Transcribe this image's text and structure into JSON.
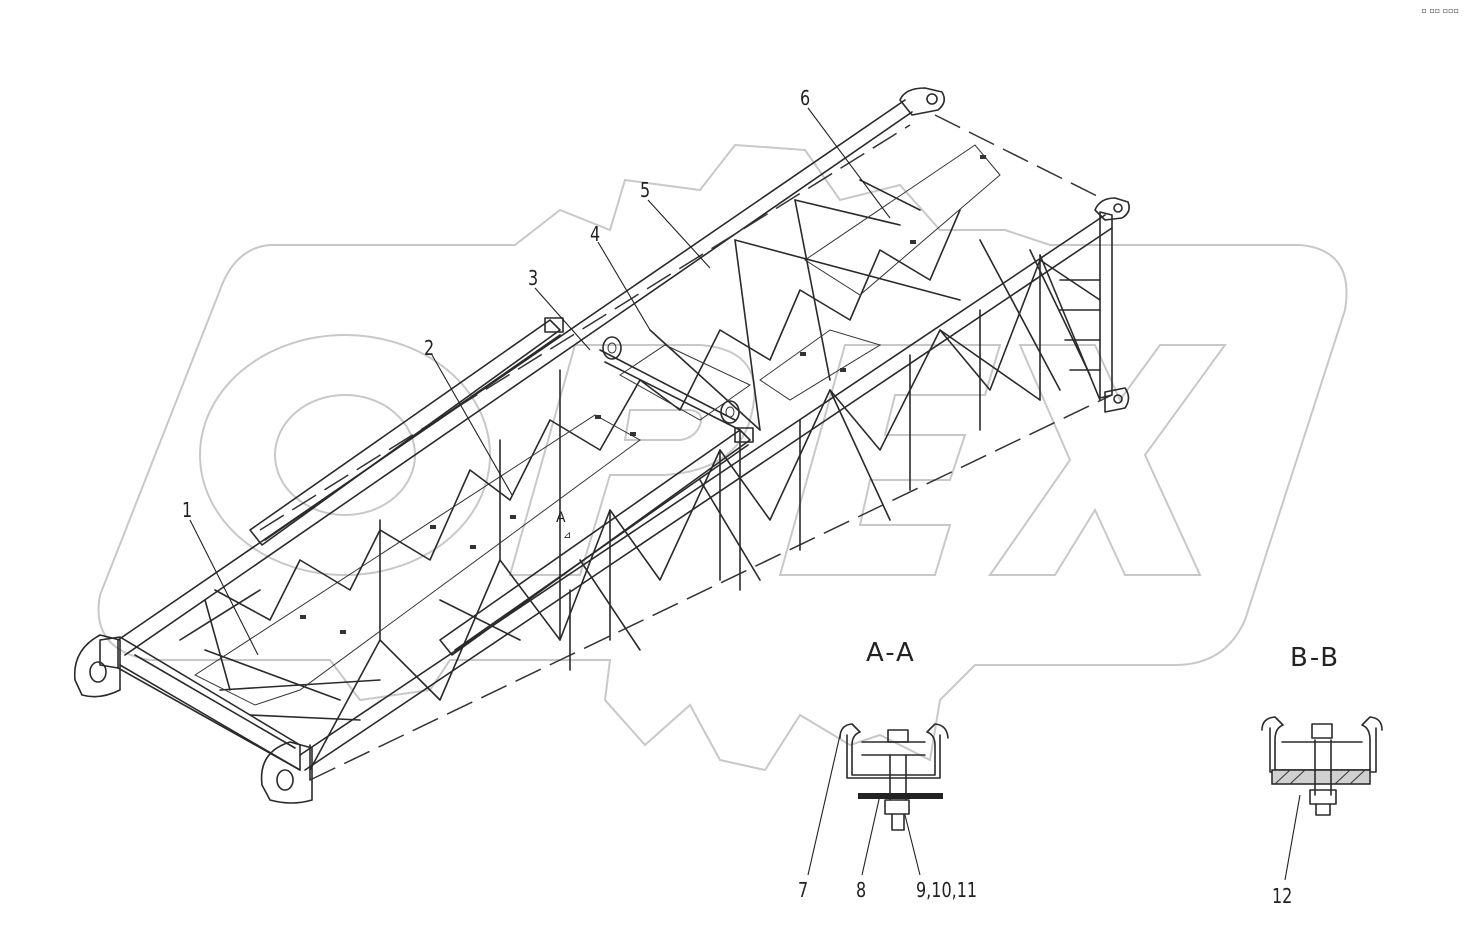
{
  "callouts": {
    "c1": "1",
    "c2": "2",
    "c3": "3",
    "c4": "4",
    "c5": "5",
    "c6": "6",
    "c7": "7",
    "c8": "8",
    "c9": "9,10,11",
    "c12": "12"
  },
  "sections": {
    "aa": "A-A",
    "bb": "B-B"
  },
  "section_marker": "A",
  "corner_mark": "▫ ▫▫ ▫▫▫",
  "watermark": {
    "text": "OPEX",
    "color": "#c8c8c8"
  }
}
